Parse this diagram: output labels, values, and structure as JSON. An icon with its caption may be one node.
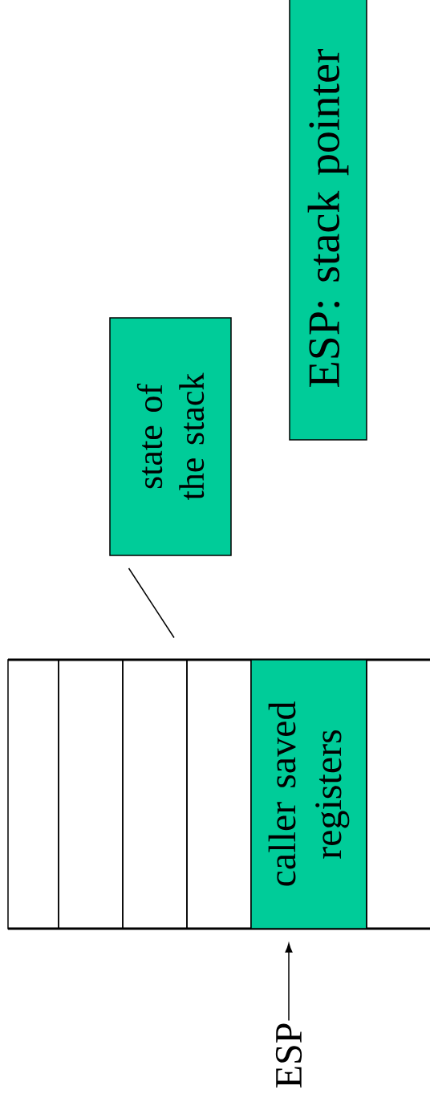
{
  "diagram": {
    "nodes": [
      {
        "text": [
          "ESP: stack pointer"
        ]
      },
      {
        "text": [
          "state of the stack"
        ]
      },
      {
        "text": [],
        "shape": "box"
      },
      {
        "text": [],
        "shape": "box"
      },
      {
        "text": [],
        "shape": "box"
      },
      {
        "text": [],
        "shape": "box"
      },
      {
        "text": [
          "caller saved registers"
        ]
      },
      {
        "text": [],
        "shape": "box"
      },
      {
        "text": [
          "ESP"
        ]
      }
    ],
    "edges": [
      {
        "from": 1,
        "to": 4,
        "arrow": "none"
      },
      {
        "from": 8,
        "to": 6,
        "arrow": "to"
      }
    ]
  }
}
